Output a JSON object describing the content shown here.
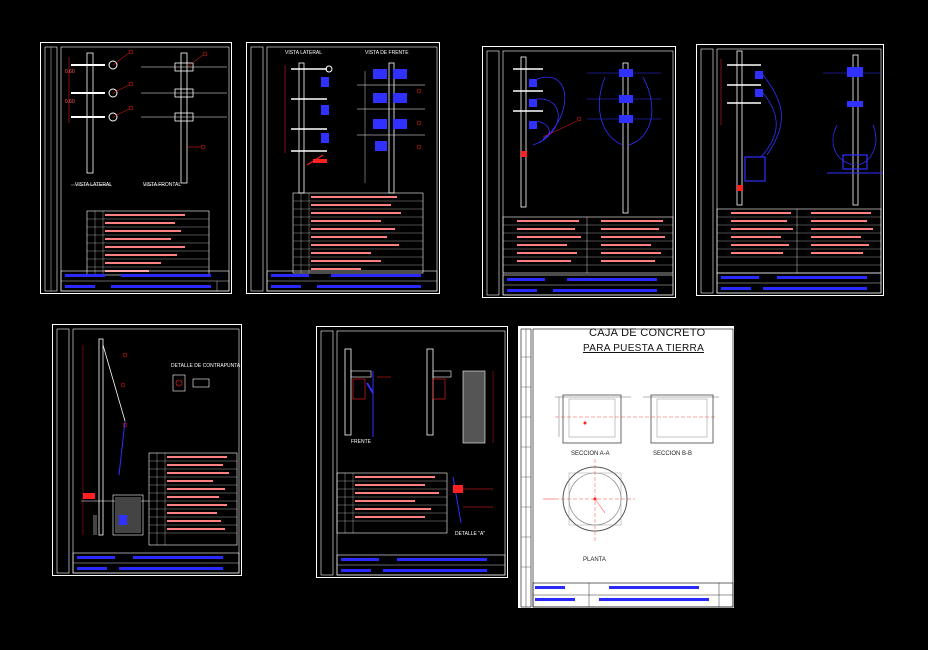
{
  "drawing": {
    "sheets": [
      {
        "id": "s1",
        "views": [
          "VISTA LATERAL",
          "VISTA FRONTAL"
        ]
      },
      {
        "id": "s2",
        "views": [
          "VISTA LATERAL",
          "VISTA DE FRENTE"
        ]
      },
      {
        "id": "s3",
        "views": []
      },
      {
        "id": "s4",
        "views": []
      },
      {
        "id": "s5",
        "views": [
          "DETALLE DE CONTRAPUNTA"
        ]
      },
      {
        "id": "s6",
        "views": [
          "FRENTE",
          "DETALLE \"A\""
        ]
      },
      {
        "id": "s7",
        "views": [
          "SECCION A-A",
          "SECCION B-B",
          "PLANTA"
        ]
      }
    ],
    "box_title_1": "CAJA DE CONCRETO",
    "box_title_2": "PARA PUESTA A TIERRA",
    "colors": {
      "background": "#000000",
      "frame": "#ffffff",
      "pole": "#ffffff",
      "callout": "#ff2020",
      "title_block": "#2a2aff",
      "wire": "#3030ff",
      "green": "#20d020",
      "sheet7_bg": "#ffffff"
    }
  }
}
